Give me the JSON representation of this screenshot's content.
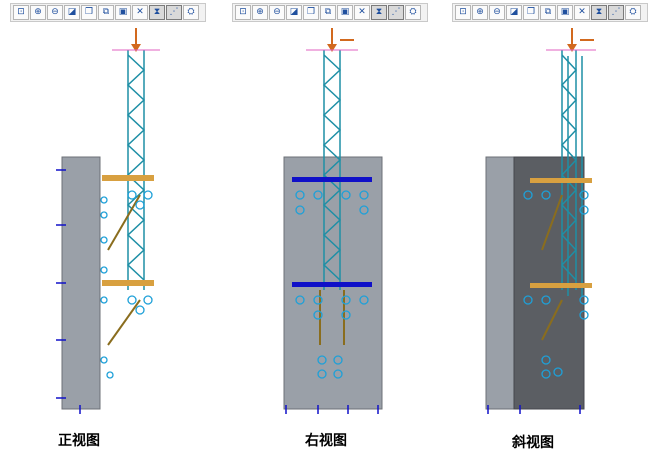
{
  "toolbar_buttons": [
    {
      "icon": "zoom-fit-icon",
      "glyph": "⊡"
    },
    {
      "icon": "zoom-in-icon",
      "glyph": "⊕"
    },
    {
      "icon": "zoom-out-icon",
      "glyph": "⊖"
    },
    {
      "icon": "zoom-window-icon",
      "glyph": "◪"
    },
    {
      "icon": "view-orientation-icon",
      "glyph": "❐"
    },
    {
      "icon": "view-cube-icon",
      "glyph": "⧉"
    },
    {
      "icon": "display-style-icon",
      "glyph": "▣"
    },
    {
      "icon": "datum-display-icon",
      "glyph": "✕"
    },
    {
      "icon": "filter-icon",
      "glyph": "⧗"
    },
    {
      "icon": "annotation-display-icon",
      "glyph": "⋰"
    },
    {
      "icon": "render-settings-icon",
      "glyph": "⛭"
    }
  ],
  "views": [
    {
      "caption": "正视图"
    },
    {
      "caption": "右视图"
    },
    {
      "caption": "斜视图"
    }
  ],
  "colors": {
    "wall_light": "#9aa0a8",
    "wall_dark": "#5b5e63",
    "mast": "#1e8fa6",
    "constraint": "#1010c8",
    "load": "#1ea0d8",
    "brace": "#8a6d1e",
    "arrow": "#d2691e",
    "pink": "#e060c0"
  }
}
